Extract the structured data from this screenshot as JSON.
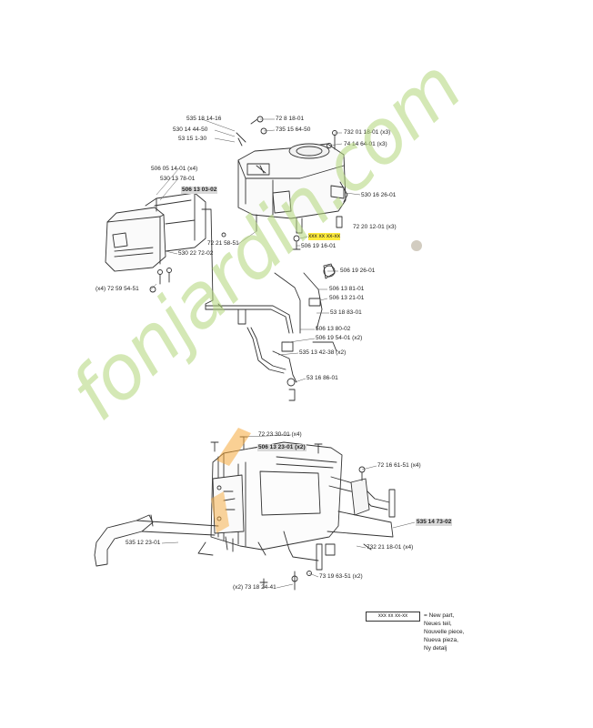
{
  "colors": {
    "line": "#333333",
    "watermark_text": "#c9e3a4",
    "watermark_dot": "#f5b040",
    "highlight": "#3ab7d9"
  },
  "watermark": {
    "text": "fonjardin.com"
  },
  "labels": {
    "l1": "535 18 14-16",
    "l2": "72 8 18-01",
    "l3": "530 14 44-50",
    "l4": "735 15 64-50",
    "l5": "53 15 1-30",
    "l6": "732 01 18-01 (x3)",
    "l7": "74 14 64-01 (x3)",
    "l8": "506 05 14-01 (x4)",
    "l9": "530 13 78-01",
    "l10": "506 13 03-02",
    "l11": "530 16 26-01",
    "l12": "72 20 12-01 (x3)",
    "l13": "72 21 58-51",
    "l14": "xxx xx xx-xx",
    "l15": "506 19 16-01",
    "l16": "530 22 72-02",
    "l17": "506 19 26-01",
    "l18": "(x4) 72 59 54-51",
    "l19": "506 13 81-01",
    "l20": "506 13 21-01",
    "l21": "53 18 83-01",
    "l22": "506 13 80-02",
    "l23": "506 19 54-01 (x2)",
    "l24": "535 13 42-38 (x2)",
    "l25": "53 16 86-01",
    "l26": "72 23 30-01 (x4)",
    "l27": "506 13 23-01 (x2)",
    "l28": "72 16 61-51 (x4)",
    "l29": "535 14 73-02",
    "l30": "535 12 23-01",
    "l31": "732 21 18-01 (x4)",
    "l32": "73 19 63-51 (x2)",
    "l33": "(x2) 73 18 24-41"
  },
  "legend": {
    "box": "xxx xx xx-xx",
    "lines": [
      "= New part,",
      "Neues teil,",
      "Nouvelle piece,",
      "Nueva pieza,",
      "Ny detalj"
    ]
  }
}
